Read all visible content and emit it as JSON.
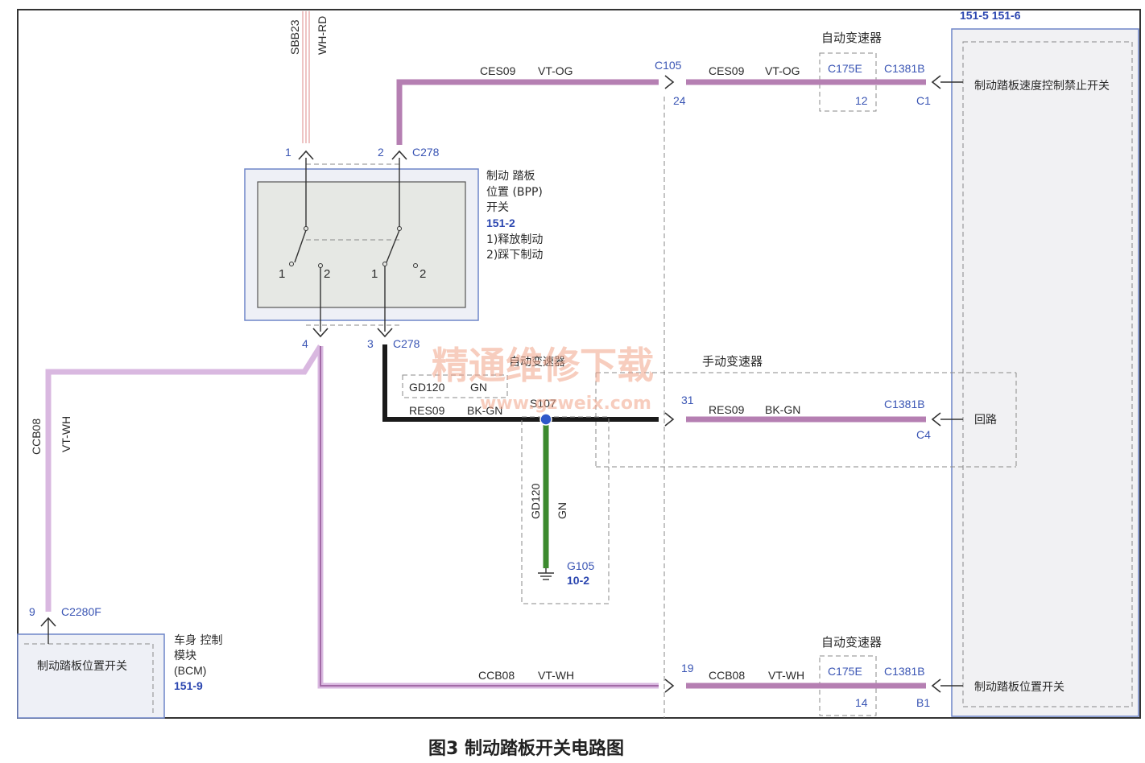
{
  "bpp_switch": {
    "name_line1": "制动 踏板",
    "name_line2": "位置 (BPP)",
    "name_line3": "开关",
    "ref": "151-2",
    "note1": "1)释放制动",
    "note2": "2)踩下制动",
    "contact_1a": "1",
    "contact_2a": "2",
    "contact_1b": "1",
    "contact_2b": "2"
  },
  "pins_top": {
    "pin1": "1",
    "pin2": "2",
    "connector": "C278",
    "supply_circuit": "SBB23",
    "supply_color": "WH-RD"
  },
  "pins_bottom": {
    "pin4": "4",
    "pin3": "3",
    "connector": "C278"
  },
  "wire_ces_left": {
    "circuit": "CES09",
    "color": "VT-OG"
  },
  "wire_ces_right": {
    "circuit": "CES09",
    "color": "VT-OG"
  },
  "c105": {
    "label": "C105",
    "pin_top": "24",
    "pin_mid": "31",
    "pin_bot": "19"
  },
  "auto_trans_top": {
    "title": "自动变速器",
    "conn": "C175E",
    "pin": "12",
    "conn_pcm": "C1381B",
    "pin_pcm": "C1"
  },
  "pcm": {
    "ref_top": "151-5  151-6",
    "func_brake_speed": "制动踏板速度控制禁止开关",
    "func_loop": "回路",
    "func_bpp": "制动踏板位置开关"
  },
  "manual_trans": {
    "title_left": "自动变速器",
    "title_right": "手动变速器",
    "gd_circuit": "GD120",
    "gd_color": "GN"
  },
  "res_left": {
    "circuit": "RES09",
    "color": "BK-GN"
  },
  "res_right": {
    "circuit": "RES09",
    "color": "BK-GN"
  },
  "splice": {
    "label": "S107"
  },
  "mid_pcm": {
    "conn": "C1381B",
    "pin": "C4"
  },
  "ground_wire": {
    "circuit": "GD120",
    "color": "GN"
  },
  "ground": {
    "label": "G105",
    "ref": "10-2"
  },
  "ccb_left": {
    "circuit": "CCB08",
    "color": "VT-WH"
  },
  "ccb_bottom": {
    "circuit": "CCB08",
    "color": "VT-WH"
  },
  "ccb_right": {
    "circuit": "CCB08",
    "color": "VT-WH"
  },
  "auto_trans_bottom": {
    "title": "自动变速器",
    "conn": "C175E",
    "pin": "14",
    "conn_pcm": "C1381B",
    "pin_pcm": "B1"
  },
  "bcm": {
    "pin": "9",
    "connector": "C2280F",
    "func": "制动踏板位置开关",
    "name_line1": "车身 控制",
    "name_line2": "模块",
    "name_line3": "(BCM)",
    "ref": "151-9"
  },
  "watermark": {
    "cn": "精通维修下载",
    "url": "www.gzweix.com"
  },
  "caption": "图3 制动踏板开关电路图"
}
